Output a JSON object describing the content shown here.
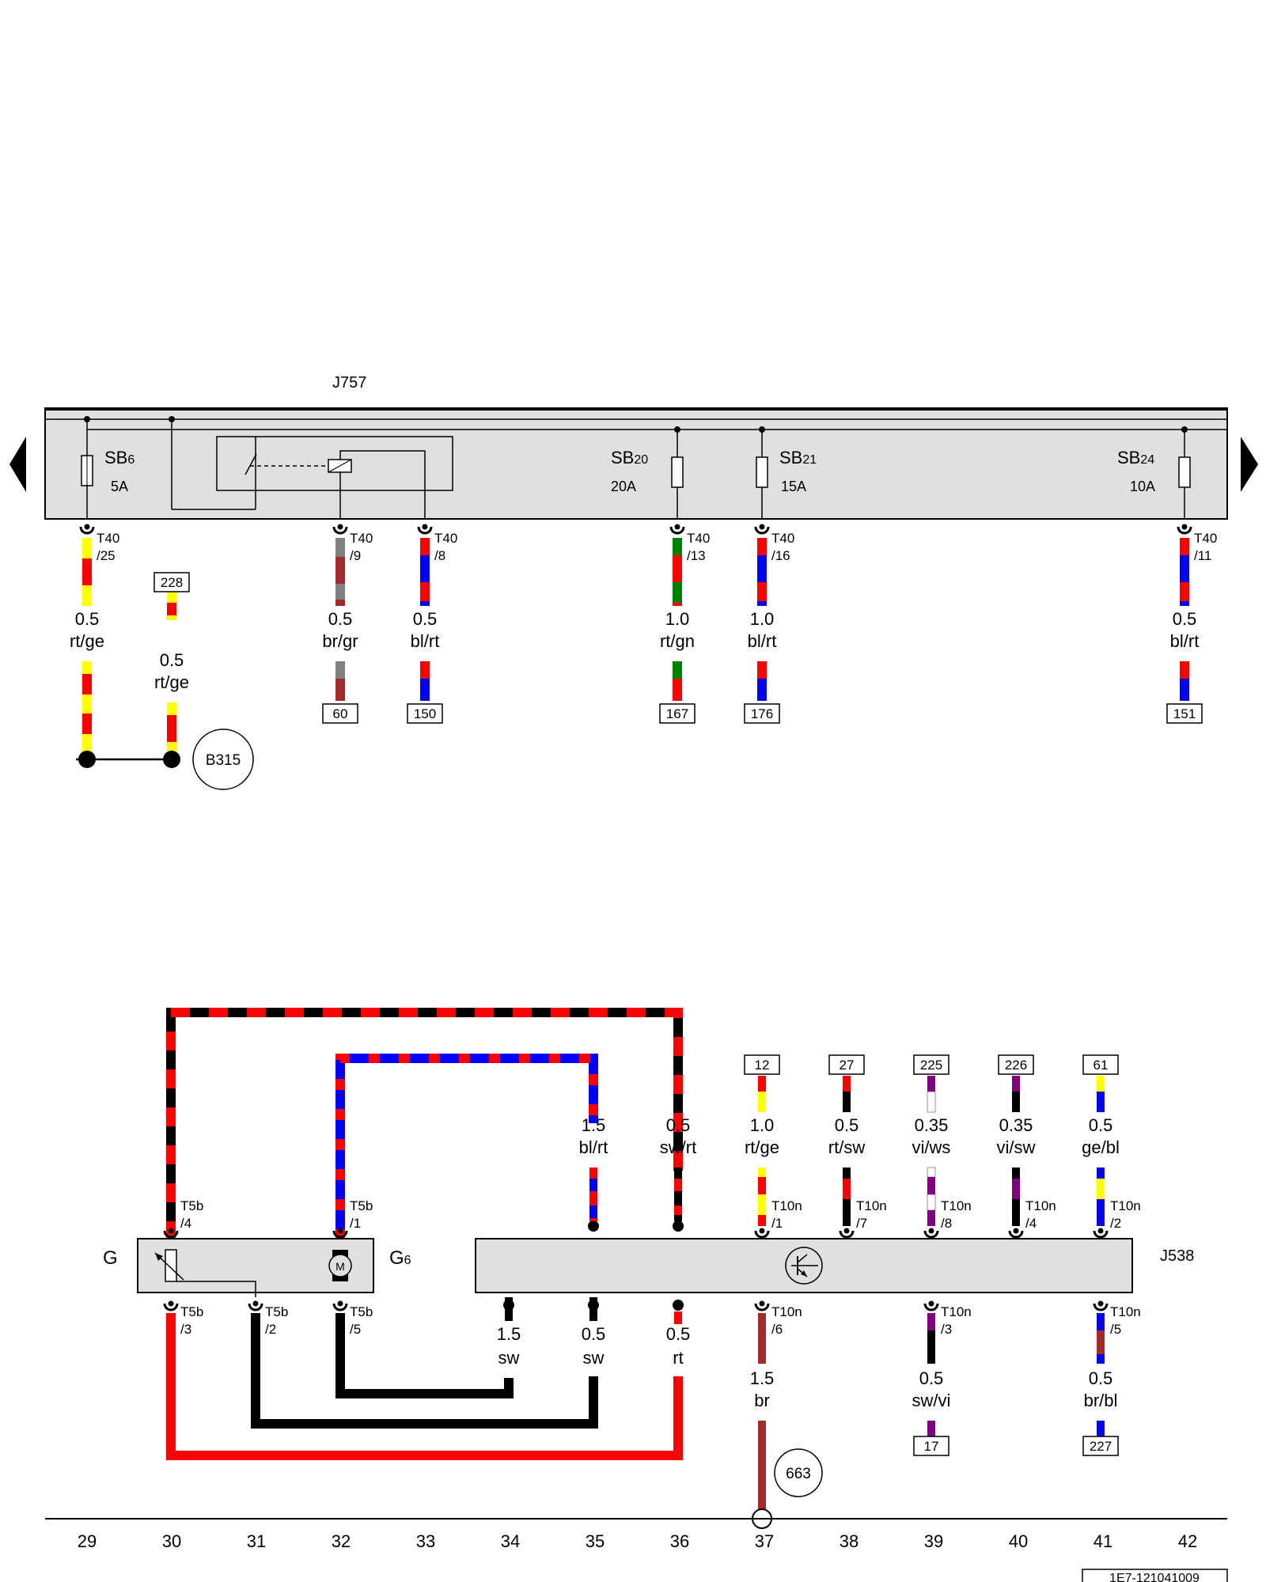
{
  "top": {
    "module": "J757",
    "fuses": [
      {
        "id": "SB6",
        "name": "SB",
        "sub": "6",
        "rating": "5A"
      },
      {
        "id": "SB20",
        "name": "SB",
        "sub": "20",
        "rating": "20A"
      },
      {
        "id": "SB21",
        "name": "SB",
        "sub": "21",
        "rating": "15A"
      },
      {
        "id": "SB24",
        "name": "SB",
        "sub": "24",
        "rating": "10A"
      }
    ],
    "pins": [
      {
        "conn": "T40",
        "pin": "/25"
      },
      {
        "conn": "T40",
        "pin": "/9"
      },
      {
        "conn": "T40",
        "pin": "/8"
      },
      {
        "conn": "T40",
        "pin": "/13"
      },
      {
        "conn": "T40",
        "pin": "/16"
      },
      {
        "conn": "T40",
        "pin": "/11"
      }
    ],
    "wires": [
      {
        "size": "0.5",
        "color": "rt/ge"
      },
      {
        "size": "0.5",
        "color": "rt/ge"
      },
      {
        "size": "0.5",
        "color": "br/gr"
      },
      {
        "size": "0.5",
        "color": "bl/rt"
      },
      {
        "size": "1.0",
        "color": "rt/gn"
      },
      {
        "size": "1.0",
        "color": "bl/rt"
      },
      {
        "size": "0.5",
        "color": "bl/rt"
      }
    ],
    "refs": [
      "228",
      "60",
      "150",
      "167",
      "176",
      "151"
    ],
    "joint": "B315"
  },
  "bottom": {
    "component_g": "G",
    "component_g6": "G",
    "component_g6_sub": "6",
    "module": "J538",
    "motor_symbol": "M",
    "upper_pins": [
      {
        "conn": "T5b",
        "pin": "/4"
      },
      {
        "conn": "T5b",
        "pin": "/1"
      },
      {
        "conn": "T10n",
        "pin": "/1"
      },
      {
        "conn": "T10n",
        "pin": "/7"
      },
      {
        "conn": "T10n",
        "pin": "/8"
      },
      {
        "conn": "T10n",
        "pin": "/4"
      },
      {
        "conn": "T10n",
        "pin": "/2"
      }
    ],
    "lower_pins": [
      {
        "conn": "T5b",
        "pin": "/3"
      },
      {
        "conn": "T5b",
        "pin": "/2"
      },
      {
        "conn": "T5b",
        "pin": "/5"
      },
      {
        "conn": "T10n",
        "pin": "/6"
      },
      {
        "conn": "T10n",
        "pin": "/3"
      },
      {
        "conn": "T10n",
        "pin": "/5"
      }
    ],
    "upper_wires": [
      {
        "size": "1.5",
        "color": "bl/rt"
      },
      {
        "size": "0.5",
        "color": "sw/rt"
      },
      {
        "size": "1.0",
        "color": "rt/ge"
      },
      {
        "size": "0.5",
        "color": "rt/sw"
      },
      {
        "size": "0.35",
        "color": "vi/ws"
      },
      {
        "size": "0.35",
        "color": "vi/sw"
      },
      {
        "size": "0.5",
        "color": "ge/bl"
      }
    ],
    "upper_refs": [
      "12",
      "27",
      "225",
      "226",
      "61"
    ],
    "lower_wires": [
      {
        "size": "1.5",
        "color": "sw"
      },
      {
        "size": "0.5",
        "color": "sw"
      },
      {
        "size": "0.5",
        "color": "rt"
      },
      {
        "size": "1.5",
        "color": "br"
      },
      {
        "size": "0.5",
        "color": "sw/vi"
      },
      {
        "size": "0.5",
        "color": "br/bl"
      }
    ],
    "lower_refs": [
      "17",
      "227"
    ],
    "ground": "663"
  },
  "ruler": [
    "29",
    "30",
    "31",
    "32",
    "33",
    "34",
    "35",
    "36",
    "37",
    "38",
    "39",
    "40",
    "41",
    "42"
  ],
  "doc_id": "1E7-121041009",
  "colors": {
    "rt": "#ff0000",
    "ge": "#ffff00",
    "bl": "#0000ff",
    "sw": "#000000",
    "br": "#a52a2a",
    "gr": "#808080",
    "gn": "#008000",
    "vi": "#800080",
    "ws": "#ffffff",
    "module_fill": "#e0e0e0"
  }
}
